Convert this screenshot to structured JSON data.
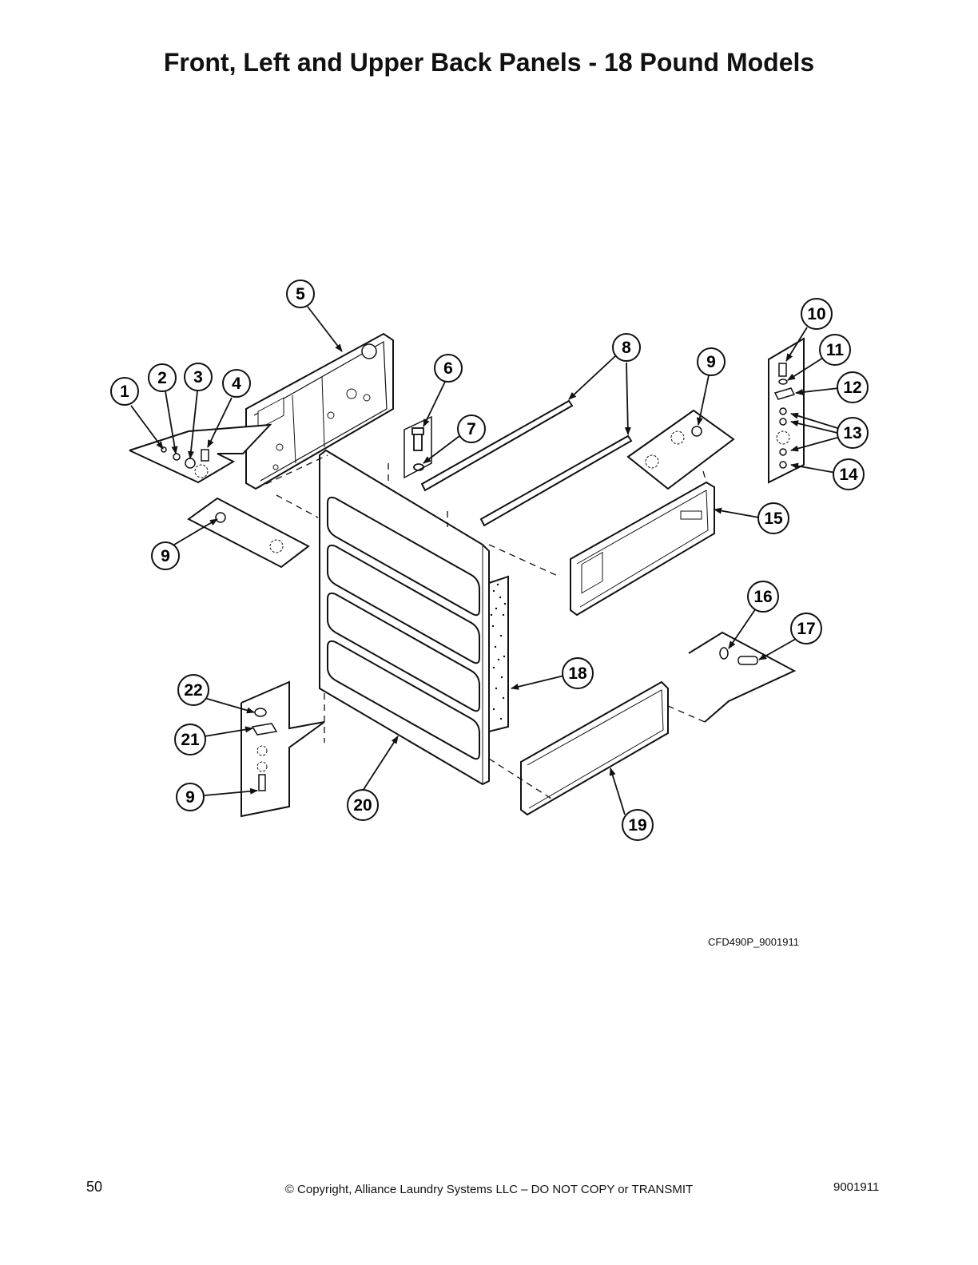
{
  "page": {
    "title": "Front, Left and Upper Back Panels - 18 Pound Models",
    "drawing_code": "CFD490P_9001911",
    "page_number": "50",
    "copyright": "© Copyright, Alliance Laundry Systems LLC – DO NOT COPY or TRANSMIT",
    "document_number": "9001911"
  },
  "diagram": {
    "callouts": [
      {
        "id": "c1",
        "label": "1"
      },
      {
        "id": "c2",
        "label": "2"
      },
      {
        "id": "c3",
        "label": "3"
      },
      {
        "id": "c4",
        "label": "4"
      },
      {
        "id": "c5",
        "label": "5"
      },
      {
        "id": "c6",
        "label": "6"
      },
      {
        "id": "c7",
        "label": "7"
      },
      {
        "id": "c8",
        "label": "8"
      },
      {
        "id": "c9a",
        "label": "9"
      },
      {
        "id": "c9b",
        "label": "9"
      },
      {
        "id": "c9c",
        "label": "9"
      },
      {
        "id": "c10",
        "label": "10"
      },
      {
        "id": "c11",
        "label": "11"
      },
      {
        "id": "c12",
        "label": "12"
      },
      {
        "id": "c13",
        "label": "13"
      },
      {
        "id": "c14",
        "label": "14"
      },
      {
        "id": "c15",
        "label": "15"
      },
      {
        "id": "c16",
        "label": "16"
      },
      {
        "id": "c17",
        "label": "17"
      },
      {
        "id": "c18",
        "label": "18"
      },
      {
        "id": "c19",
        "label": "19"
      },
      {
        "id": "c20",
        "label": "20"
      },
      {
        "id": "c21",
        "label": "21"
      },
      {
        "id": "c22",
        "label": "22"
      }
    ]
  }
}
